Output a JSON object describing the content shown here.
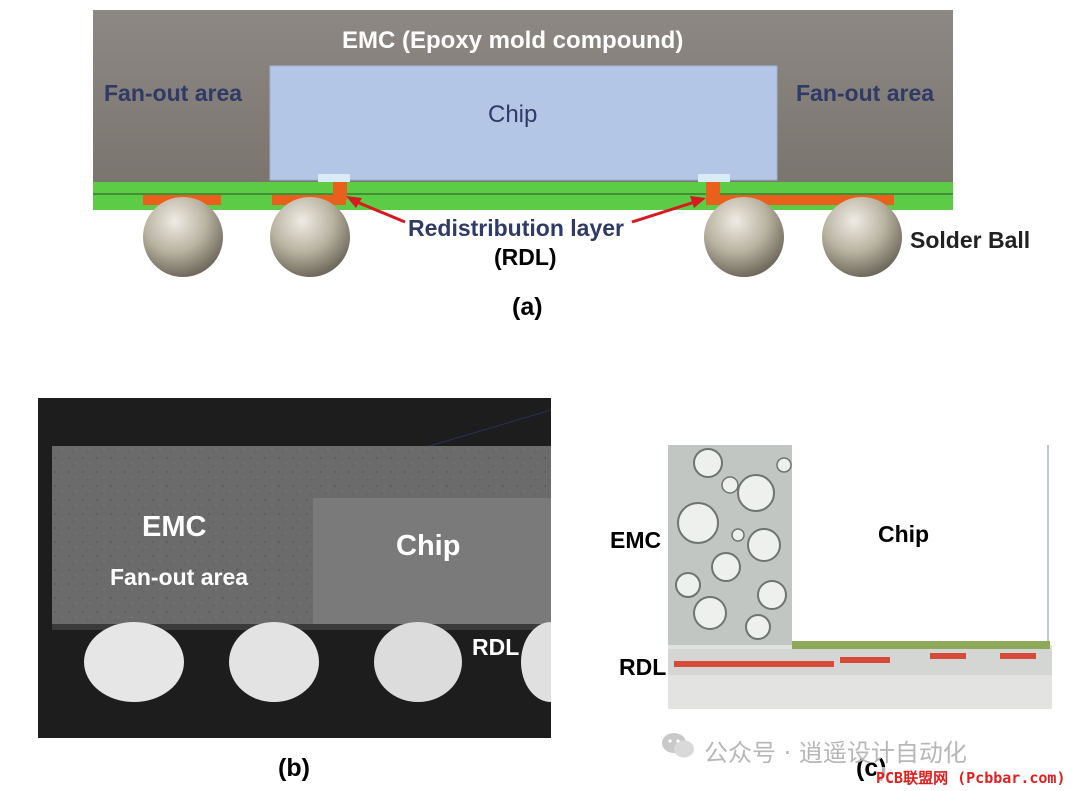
{
  "panel_a": {
    "emc_label": "EMC (Epoxy mold compound)",
    "fanout_left": "Fan-out area",
    "fanout_right": "Fan-out area",
    "chip_label": "Chip",
    "rdl_label_line1": "Redistribution layer",
    "rdl_label_line2": "(RDL)",
    "solder_label": "Solder Ball",
    "caption": "(a)",
    "colors": {
      "emc": "#8c8781",
      "chip": "#b3c6e6",
      "rdl": "#e8601c",
      "substrate": "#5ccb46",
      "label": "#2f3a66"
    }
  },
  "panel_b": {
    "emc_label": "EMC",
    "fanout_label": "Fan-out area",
    "chip_label": "Chip",
    "rdl_label": "RDL",
    "caption": "(b)"
  },
  "panel_c": {
    "emc_label": "EMC",
    "chip_label": "Chip",
    "rdl_label": "RDL",
    "caption": "(c)"
  },
  "watermark": {
    "wechat_text": "公众号 · 逍遥设计自动化",
    "site_text": "PCB联盟网 (Pcbbar.com)"
  }
}
